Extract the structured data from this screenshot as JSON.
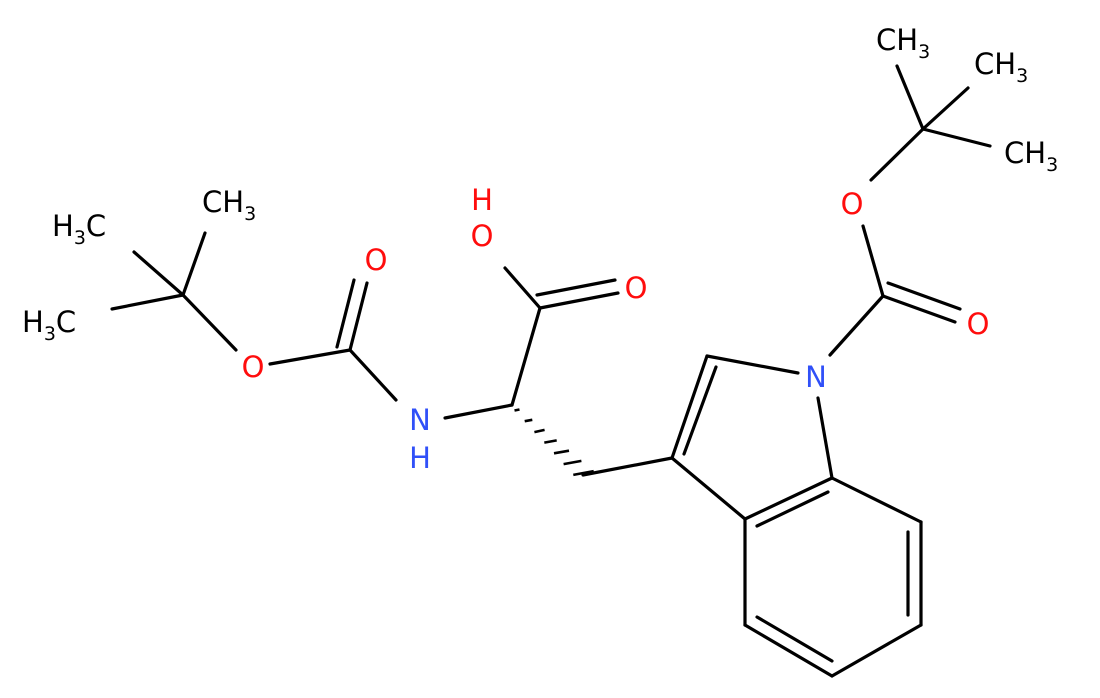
{
  "colors": {
    "carbon": "#000000",
    "oxygen": "#ff0d0d",
    "nitrogen": "#3050f8"
  },
  "labels": {
    "boc_amine_ch3_top": "CH3",
    "boc_amine_ch3_upper_left": "H3C",
    "boc_amine_ch3_lower_left": "H3C",
    "boc_amine_o_ether": "O",
    "boc_amine_o_carbonyl": "O",
    "amine_nh": "NH",
    "acid_oh": "HO",
    "acid_o_carbonyl": "O",
    "indole_n": "N",
    "boc_indole_o_ether": "O",
    "boc_indole_o_carbonyl": "O",
    "boc_indole_ch3_top": "CH3",
    "boc_indole_ch3_right_top": "CH3",
    "boc_indole_ch3_right_bottom": "CH3"
  }
}
